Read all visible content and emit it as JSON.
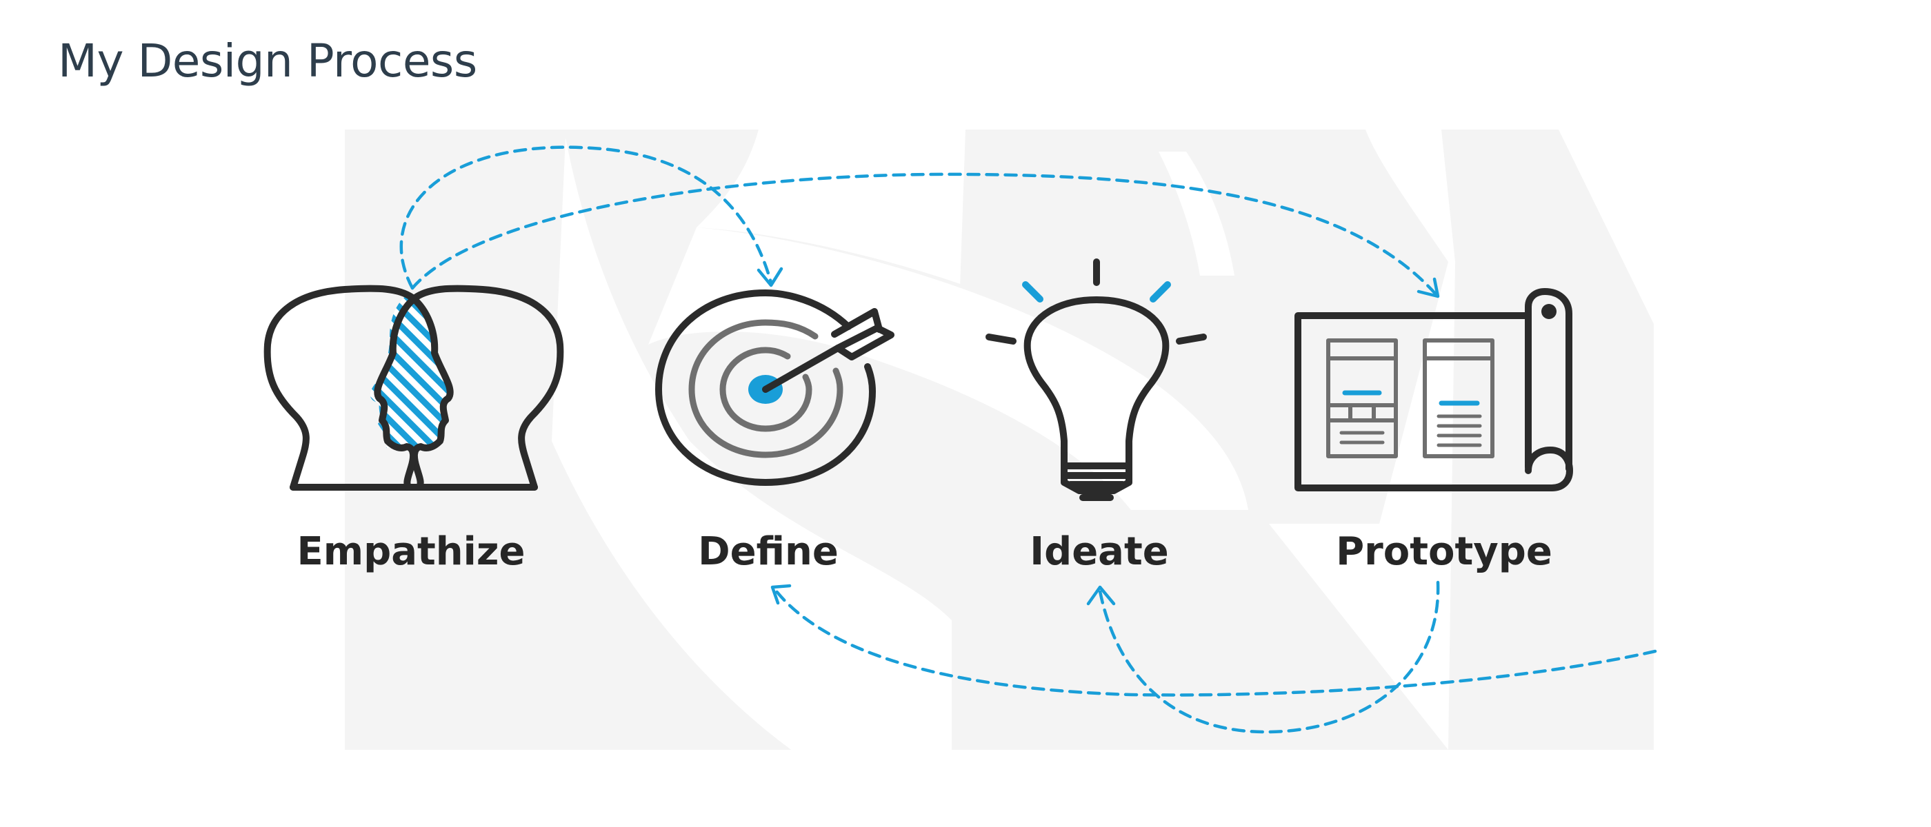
{
  "title": "My Design Process",
  "colors": {
    "accent": "#199ed8",
    "ink": "#2b2b2b",
    "title": "#2e3e4c",
    "backdrop": "#f4f4f4"
  },
  "steps": [
    {
      "label": "Empathize",
      "icon": "two-heads-icon"
    },
    {
      "label": "Define",
      "icon": "target-arrow-icon"
    },
    {
      "label": "Ideate",
      "icon": "lightbulb-icon"
    },
    {
      "label": "Prototype",
      "icon": "wireframe-scroll-icon"
    }
  ],
  "connectors": [
    {
      "from": "Empathize",
      "to": "Define"
    },
    {
      "from": "Empathize",
      "to": "Prototype"
    },
    {
      "from": "Prototype",
      "to": "Ideate"
    },
    {
      "from": "off-canvas",
      "to": "Define"
    }
  ]
}
